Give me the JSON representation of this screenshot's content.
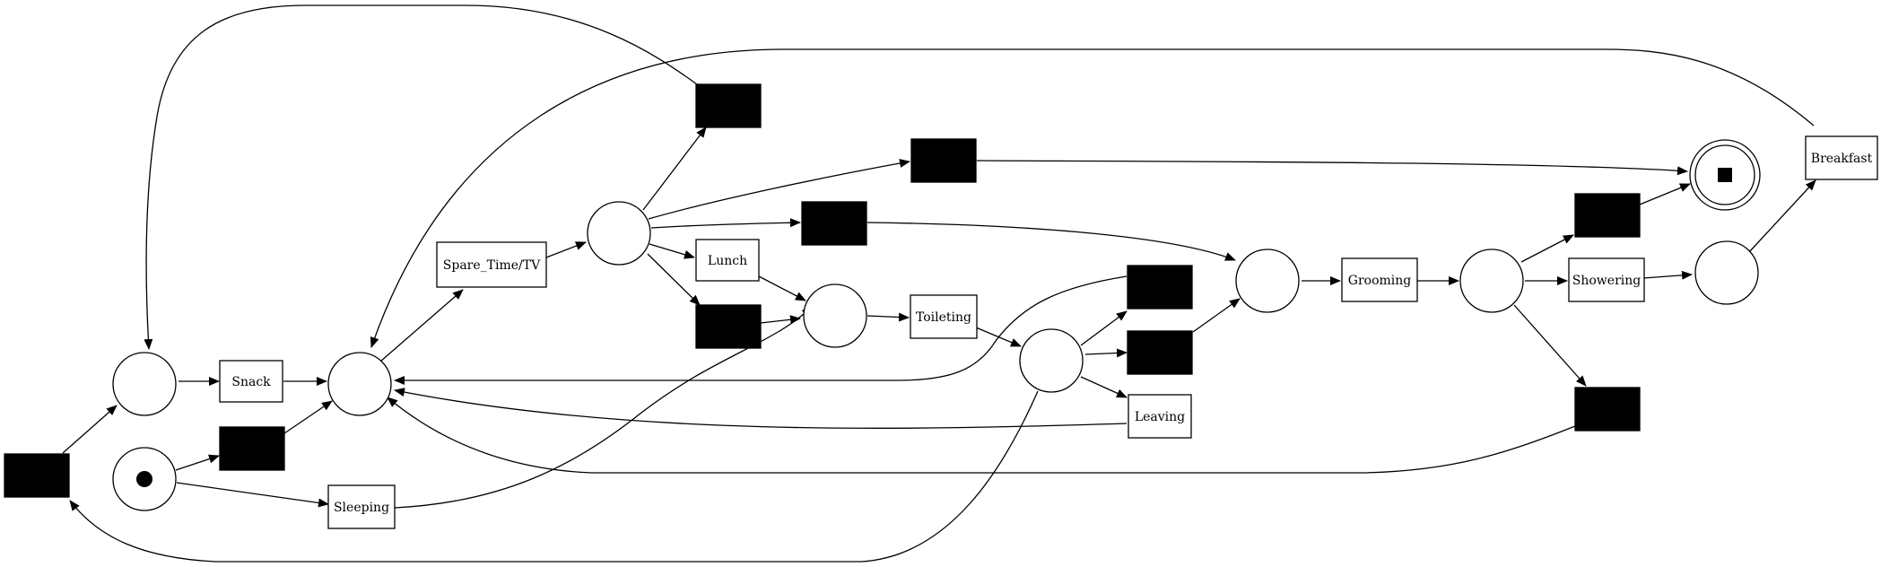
{
  "colors": {
    "stroke": "#000000",
    "background": "#ffffff",
    "silent_fill": "#000000"
  },
  "places": {
    "initial": {
      "marking": "token"
    },
    "p_snack_in": {},
    "p_hub": {},
    "p_after_tv": {},
    "p_toilet_in": {},
    "p_after_toilet": {},
    "p_groom_in": {},
    "p_after_groom": {},
    "p_after_shower": {},
    "final": {
      "marking": "final"
    }
  },
  "transitions": {
    "snack": {
      "label": "Snack"
    },
    "spare_time_tv": {
      "label": "Spare_Time/TV"
    },
    "lunch": {
      "label": "Lunch"
    },
    "toileting": {
      "label": "Toileting"
    },
    "grooming": {
      "label": "Grooming"
    },
    "showering": {
      "label": "Showering"
    },
    "breakfast": {
      "label": "Breakfast"
    },
    "leaving": {
      "label": "Leaving"
    },
    "sleeping": {
      "label": "Sleeping"
    }
  },
  "silent_transitions": [
    "tau_loop_left",
    "tau_init_to_hub",
    "tau_tv_to_snack",
    "tau_tv_to_end",
    "tau_tv_to_groom",
    "tau_tv_to_toilet",
    "tau_toilet_to_hub",
    "tau_toilet_to_groom",
    "tau_groom_to_end",
    "tau_groom_to_hub"
  ],
  "arcs": [
    [
      "initial",
      "tau_init_to_hub"
    ],
    [
      "tau_init_to_hub",
      "p_hub"
    ],
    [
      "initial",
      "sleeping"
    ],
    [
      "sleeping",
      "p_toilet_in"
    ],
    [
      "tau_loop_left",
      "p_snack_in"
    ],
    [
      "p_snack_in",
      "snack"
    ],
    [
      "snack",
      "p_hub"
    ],
    [
      "p_hub",
      "spare_time_tv"
    ],
    [
      "spare_time_tv",
      "p_after_tv"
    ],
    [
      "p_after_tv",
      "tau_tv_to_snack"
    ],
    [
      "tau_tv_to_snack",
      "p_snack_in"
    ],
    [
      "p_after_tv",
      "tau_tv_to_end"
    ],
    [
      "tau_tv_to_end",
      "final"
    ],
    [
      "p_after_tv",
      "tau_tv_to_groom"
    ],
    [
      "tau_tv_to_groom",
      "p_groom_in"
    ],
    [
      "p_after_tv",
      "lunch"
    ],
    [
      "lunch",
      "p_toilet_in"
    ],
    [
      "p_after_tv",
      "tau_tv_to_toilet"
    ],
    [
      "tau_tv_to_toilet",
      "p_toilet_in"
    ],
    [
      "p_toilet_in",
      "toileting"
    ],
    [
      "toileting",
      "p_after_toilet"
    ],
    [
      "p_after_toilet",
      "tau_toilet_to_hub"
    ],
    [
      "tau_toilet_to_hub",
      "p_hub"
    ],
    [
      "p_after_toilet",
      "tau_toilet_to_groom"
    ],
    [
      "tau_toilet_to_groom",
      "p_groom_in"
    ],
    [
      "p_after_toilet",
      "leaving"
    ],
    [
      "leaving",
      "p_hub"
    ],
    [
      "p_after_toilet",
      "tau_loop_left"
    ],
    [
      "p_groom_in",
      "grooming"
    ],
    [
      "grooming",
      "p_after_groom"
    ],
    [
      "p_after_groom",
      "tau_groom_to_end"
    ],
    [
      "tau_groom_to_end",
      "final"
    ],
    [
      "p_after_groom",
      "showering"
    ],
    [
      "showering",
      "p_after_shower"
    ],
    [
      "p_after_groom",
      "tau_groom_to_hub"
    ],
    [
      "tau_groom_to_hub",
      "p_hub"
    ],
    [
      "p_after_shower",
      "breakfast"
    ],
    [
      "breakfast",
      "p_hub"
    ]
  ]
}
